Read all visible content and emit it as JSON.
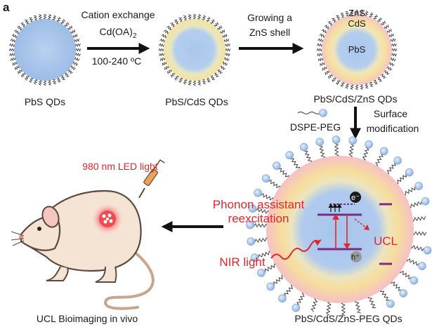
{
  "panel_letter": "a",
  "step1": {
    "line1": "Cation exchange",
    "line2_main": "Cd(OA)",
    "line2_sub": "2",
    "line3": "100-240 ºC"
  },
  "step2": {
    "line1": "Growing a",
    "line2": "ZnS shell"
  },
  "labels": {
    "pbs_qds": "PbS QDs",
    "pbs_cds_qds": "PbS/CdS QDs",
    "pbs_cds_zns_qds": "PbS/CdS/ZnS QDs",
    "peg_qds": "PbS/CdS/ZnS-PEG QDs",
    "bioimaging": "UCL Bioimaging in vivo"
  },
  "shell_labels": {
    "zns": "ZnS",
    "cds": "CdS",
    "pbs": "PbS"
  },
  "surface": {
    "reagent": "DSPE-PEG",
    "line1": "Surface",
    "line2": "modification"
  },
  "mechanism": {
    "phonon_line1": "Phonon assistant",
    "phonon_line2": "reexcitation",
    "nir_light": "NIR light",
    "ucl": "UCL",
    "electron": "e⁻",
    "hole": "h⁺"
  },
  "led_label": "980 nm LED light",
  "colors": {
    "core_blue": "#a9c7ec",
    "shell_yellow": "#f7e6a3",
    "shell_pink": "#f6c6c9",
    "accent_red": "#e0262b",
    "level_purple": "#7b2a86"
  }
}
